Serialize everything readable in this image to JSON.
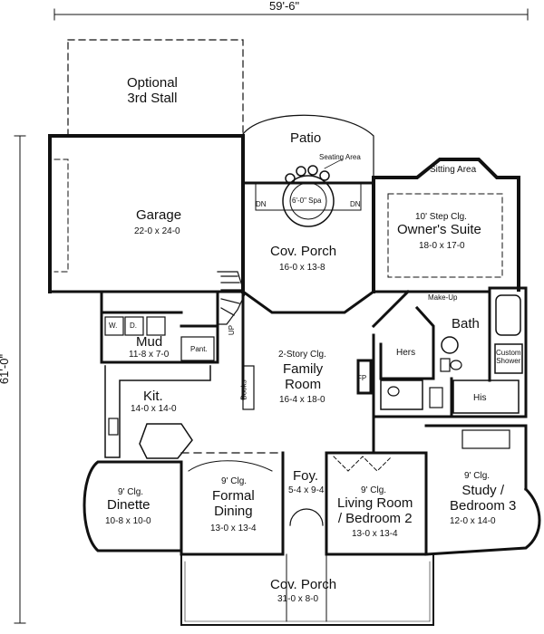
{
  "dimensions": {
    "width": "59'-6\"",
    "depth": "61'-0\""
  },
  "rooms": {
    "optional_stall": {
      "line1": "Optional",
      "line2": "3rd Stall"
    },
    "patio": {
      "name": "Patio",
      "seating": "Seating Area",
      "spa": "6'-0\" Spa",
      "dn_left": "DN",
      "dn_right": "DN"
    },
    "garage": {
      "name": "Garage",
      "size": "22-0 x 24-0"
    },
    "cov_porch_rear": {
      "name": "Cov. Porch",
      "size": "16-0 x 13-8"
    },
    "sitting_area": {
      "name": "Sitting Area"
    },
    "owners_suite": {
      "ceiling": "10' Step Clg.",
      "name": "Owner's Suite",
      "size": "18-0 x 17-0"
    },
    "make_up": {
      "name": "Make-Up"
    },
    "bath": {
      "name": "Bath"
    },
    "hers": {
      "name": "Hers"
    },
    "his": {
      "name": "His"
    },
    "custom_shower": {
      "line1": "Custom",
      "line2": "Shower"
    },
    "mud": {
      "name": "Mud",
      "size": "11-8 x 7-0",
      "w": "W.",
      "d": "D."
    },
    "pantry": {
      "name": "Pant."
    },
    "up": {
      "label": "UP"
    },
    "family_room": {
      "ceiling": "2-Story Clg.",
      "name_line1": "Family",
      "name_line2": "Room",
      "size": "16-4 x 18-0"
    },
    "books": {
      "name": "Books"
    },
    "fp": {
      "name": "FP"
    },
    "kitchen": {
      "name": "Kit.",
      "size": "14-0 x 14-0"
    },
    "dinette": {
      "ceiling": "9' Clg.",
      "name": "Dinette",
      "size": "10-8 x 10-0"
    },
    "formal_dining": {
      "ceiling": "9' Clg.",
      "name_line1": "Formal",
      "name_line2": "Dining",
      "size": "13-0 x 13-4"
    },
    "foyer": {
      "name": "Foy.",
      "size": "5-4 x 9-4"
    },
    "living_room": {
      "ceiling": "9' Clg.",
      "name_line1": "Living Room",
      "name_line2": "/ Bedroom 2",
      "size": "13-0 x 13-4"
    },
    "study": {
      "ceiling": "9' Clg.",
      "name_line1": "Study /",
      "name_line2": "Bedroom 3",
      "size": "12-0 x 14-0"
    },
    "cov_porch_front": {
      "name": "Cov. Porch",
      "size": "31-0 x 8-0"
    }
  }
}
